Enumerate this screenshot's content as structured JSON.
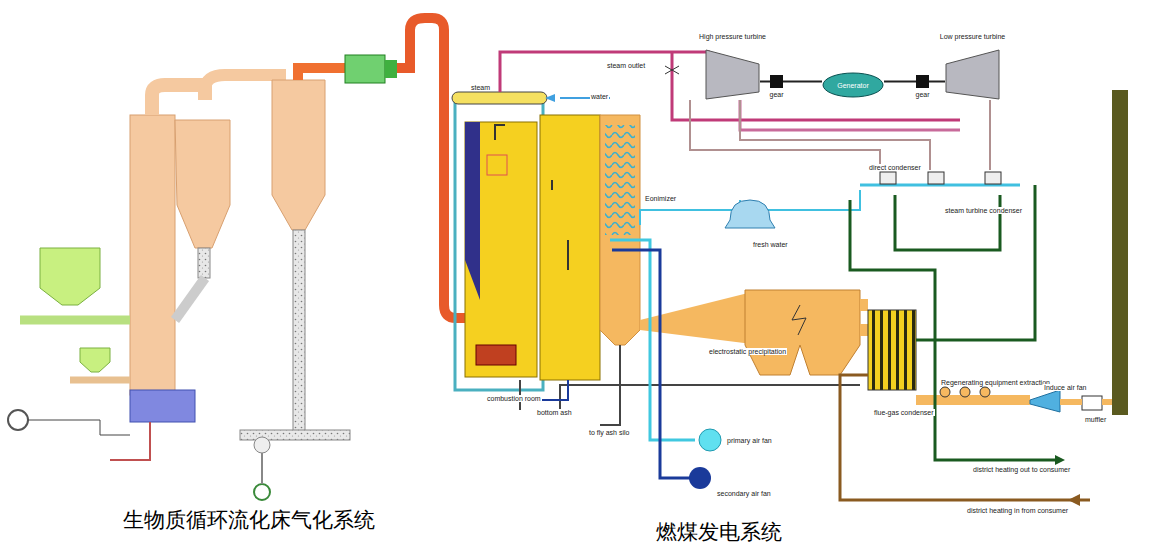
{
  "diagram": {
    "nodes": [
      {
        "text": [
          "High pressure turbine"
        ]
      },
      {
        "text": [
          "gear"
        ]
      },
      {
        "text": [
          "Generator"
        ]
      },
      {
        "text": [
          "gear"
        ]
      },
      {
        "text": [
          "Low pressure turbine"
        ]
      }
    ],
    "edges": [
      {
        "from": 0,
        "to": 1,
        "arrow": "none"
      },
      {
        "from": 1,
        "to": 2,
        "arrow": "none"
      },
      {
        "from": 2,
        "to": 3,
        "arrow": "none"
      },
      {
        "from": 3,
        "to": 4,
        "arrow": "none"
      }
    ],
    "labels": [
      "生物质循环流化床气化系统",
      "燃煤发电系统",
      "steam",
      "water",
      "steam outlet",
      "Eonimizer",
      "direct condenser",
      "steam turbine condenser",
      "fresh water",
      "combustion room",
      "bottom ash",
      "to fly ash silo",
      "primary air fan",
      "secondary air fan",
      "electrostatic precipitation",
      "flue-gas condenser",
      "Regenerating equipment extraction",
      "Induce air fan",
      "muffler",
      "district heating out to consumer",
      "district heating in from consumer"
    ]
  }
}
